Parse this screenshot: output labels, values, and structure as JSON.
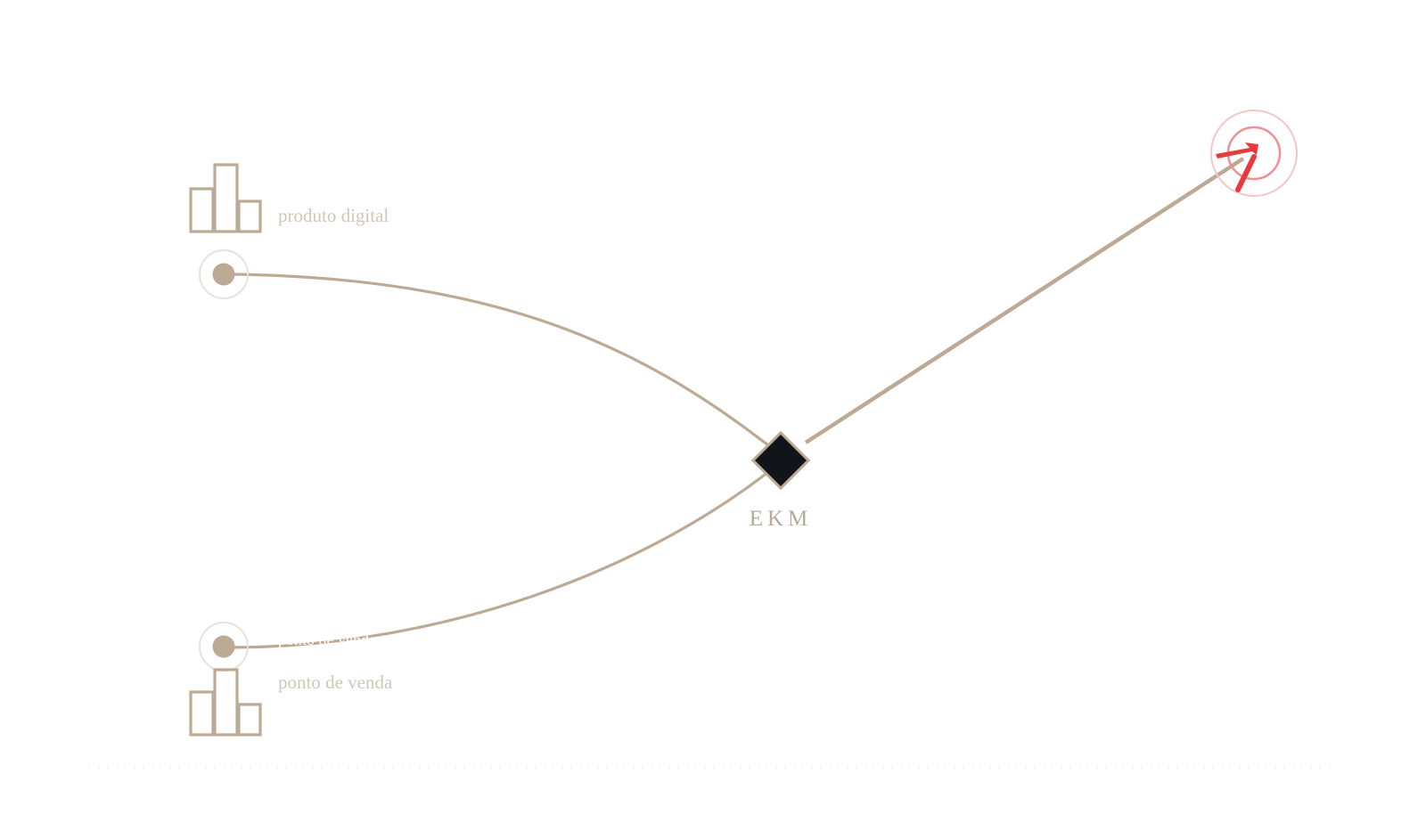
{
  "diagram": {
    "hub": {
      "label": "EKM"
    },
    "sources": [
      {
        "label": "produto digital",
        "icon": "bar-chart-icon"
      },
      {
        "label": "ponto de venda",
        "icon": "bar-chart-icon"
      }
    ],
    "target": {
      "icon": "target-arrow-icon"
    }
  },
  "colors": {
    "line": "#bcaa94",
    "icon": "#bcaa94",
    "label": "#d2c6b8",
    "hub_fill": "#111418",
    "hub_stroke": "#bcaa94",
    "target_red": "#e8393c",
    "target_ring": "#f1a3a5",
    "divider": "#eeeeee"
  }
}
